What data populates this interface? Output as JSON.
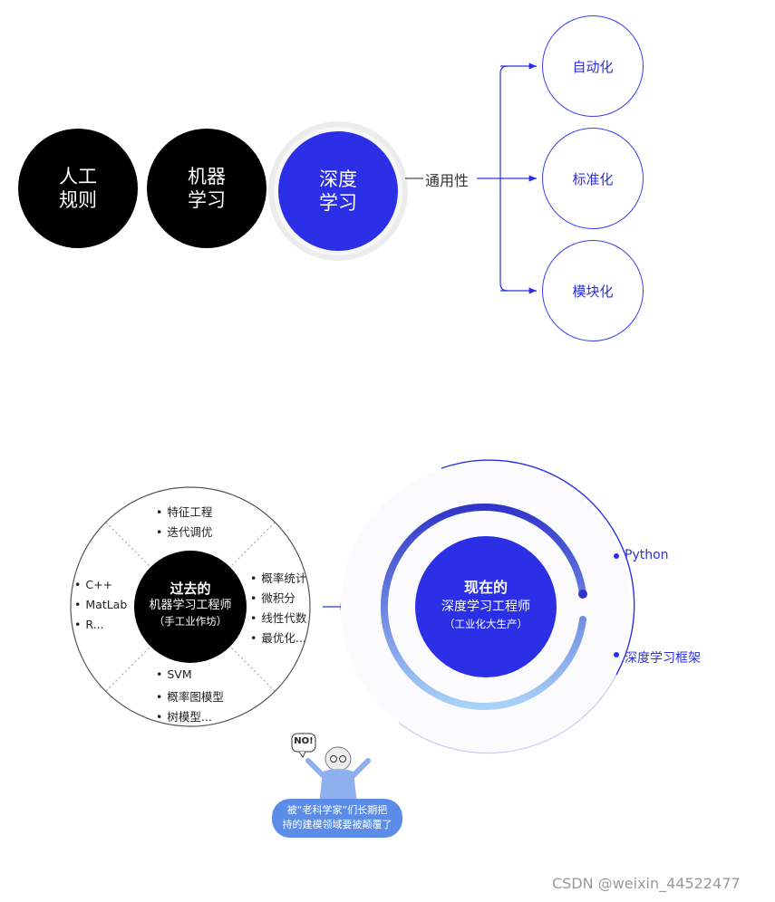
{
  "top": {
    "stages": [
      {
        "line1": "人工",
        "line2": "规则"
      },
      {
        "line1": "机器",
        "line2": "学习"
      },
      {
        "line1": "深度",
        "line2": "学习"
      }
    ],
    "connector_label": "通用性",
    "outcomes": [
      "自动化",
      "标准化",
      "模块化"
    ]
  },
  "bottom": {
    "past": {
      "title": "过去的",
      "subtitle": "机器学习工程师",
      "note": "（手工业作坊）",
      "top_items": [
        "特征工程",
        "迭代调优"
      ],
      "left_items": [
        "C++",
        "MatLab",
        "R..."
      ],
      "right_items": [
        "概率统计",
        "微积分",
        "线性代数",
        "最优化..."
      ],
      "bottom_items": [
        "SVM",
        "概率图模型",
        "树模型..."
      ]
    },
    "now": {
      "title": "现在的",
      "subtitle": "深度学习工程师",
      "note": "（工业化大生产）",
      "tags": [
        "Python",
        "深度学习框架"
      ]
    },
    "scientist": {
      "bubble": "NO!",
      "caption_line1": "被“老科学家”们长期把",
      "caption_line2": "持的建模领域要被颠覆了"
    }
  },
  "watermark": "CSDN @weixin_44522477",
  "colors": {
    "accent": "#2b30e6",
    "black": "#000000",
    "light_blue": "#9ec9f5",
    "caption_bg": "#5b8de8"
  }
}
